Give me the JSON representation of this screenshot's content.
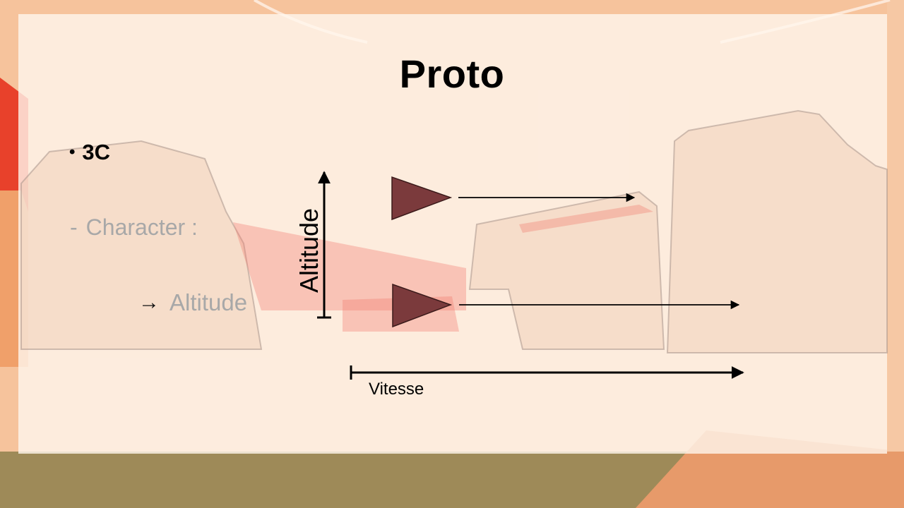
{
  "slide": {
    "title": "Proto",
    "bullet": "3C",
    "bullet_marker": "•",
    "subpoint_dash": "-",
    "subpoint": "Character :",
    "arrow_glyph": "→",
    "arrow_item": "Altitude"
  },
  "diagram": {
    "vertical_axis_label": "Altitude",
    "horizontal_axis_label": "Vitesse",
    "marker_color": "#7b3a3c",
    "line_color": "#000000"
  },
  "colors": {
    "panel": "#fff6ee",
    "background": "#f3b78f",
    "accent_red": "#e8412b",
    "ground": "#9e8a58",
    "muted_text": "#a8a8a8"
  }
}
